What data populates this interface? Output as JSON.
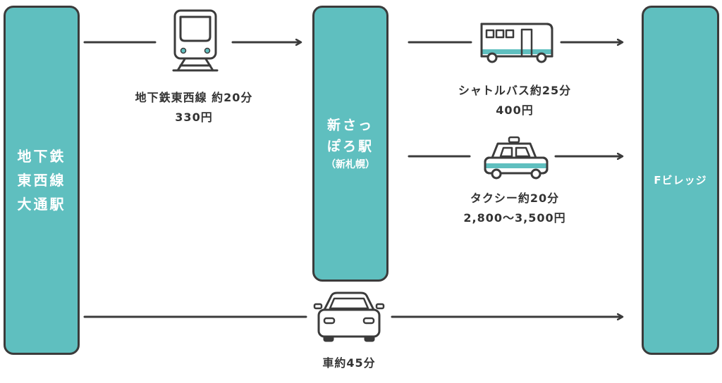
{
  "colors": {
    "station_fill": "#5fbfbf",
    "stroke": "#3b3b3b",
    "accent": "#5fbfbf"
  },
  "stations": {
    "odori": {
      "lines": [
        "地下鉄",
        "東西線",
        "大通駅"
      ]
    },
    "shin_sapporo": {
      "lines": [
        "新さっ",
        "ぽろ駅"
      ],
      "sub": "（新札幌）"
    },
    "f_village": {
      "lines": [
        "Fビレッジ"
      ]
    }
  },
  "routes": {
    "subway": {
      "icon": "train-icon",
      "name": "地下鉄東西線 約20分",
      "fare": "330円"
    },
    "shuttle": {
      "icon": "bus-icon",
      "name": "シャトルバス約25分",
      "fare": "400円"
    },
    "taxi": {
      "icon": "taxi-icon",
      "name": "タクシー約20分",
      "fare": "2,800〜3,500円"
    },
    "car": {
      "icon": "car-icon",
      "name": "車約45分"
    }
  }
}
